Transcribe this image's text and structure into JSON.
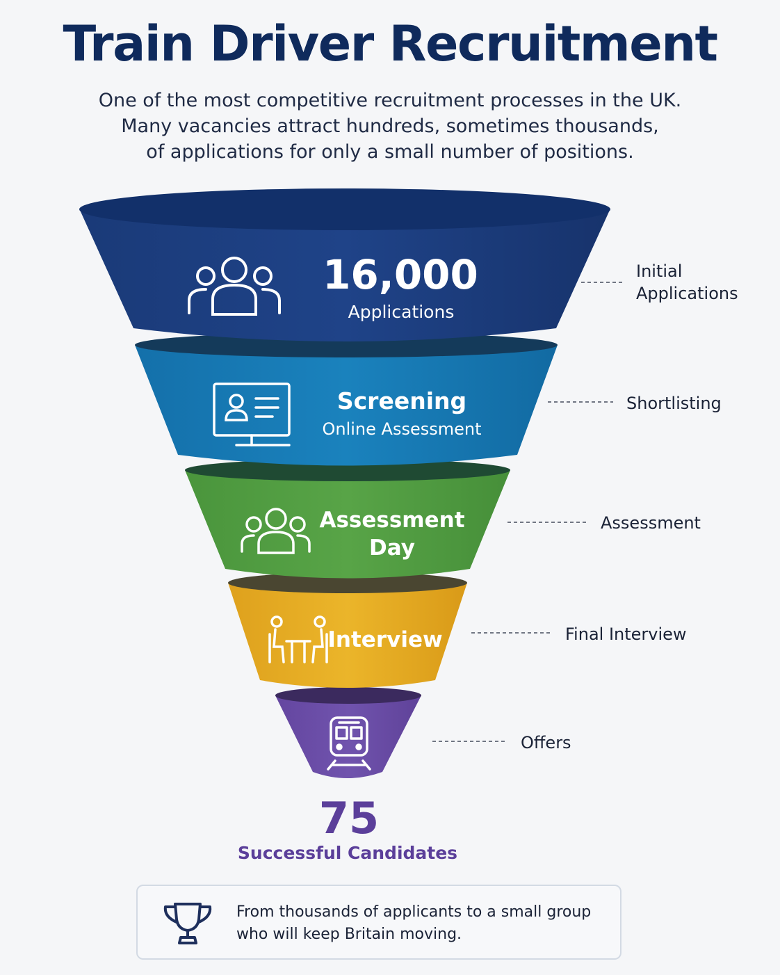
{
  "title": "Train Driver Recruitment",
  "subtitle": [
    "One of the most competitive recruitment processes in the UK.",
    "Many vacancies attract hundreds, sometimes thousands,",
    "of applications for only a small number of positions."
  ],
  "colors": {
    "stage1": "#1d3d7c",
    "stage2": "#1476b0",
    "stage3": "#4e9a40",
    "stage4": "#e1a820",
    "stage5": "#6a49a6",
    "title": "#0f2a5c",
    "result": "#5b3f9a"
  },
  "stages": [
    {
      "number": "16,000",
      "label": "Applications",
      "icon": "users-group-icon",
      "side_label": [
        "Initial",
        "Applications"
      ]
    },
    {
      "title": "Screening",
      "subtitle": "Online Assessment",
      "icon": "computer-profile-icon",
      "side_label": [
        "Shortlisting"
      ]
    },
    {
      "title_lines": [
        "Assessment",
        "Day"
      ],
      "icon": "group-icon",
      "side_label": [
        "Assessment"
      ]
    },
    {
      "title": "Interview",
      "icon": "interview-table-icon",
      "side_label": [
        "Final Interview"
      ]
    },
    {
      "icon": "train-icon",
      "side_label": [
        "Offers"
      ]
    }
  ],
  "result": {
    "number": "75",
    "label": "Successful Candidates"
  },
  "callout": {
    "icon": "trophy-icon",
    "lines": [
      "From thousands of applicants to a small group",
      "who will keep Britain moving."
    ]
  }
}
